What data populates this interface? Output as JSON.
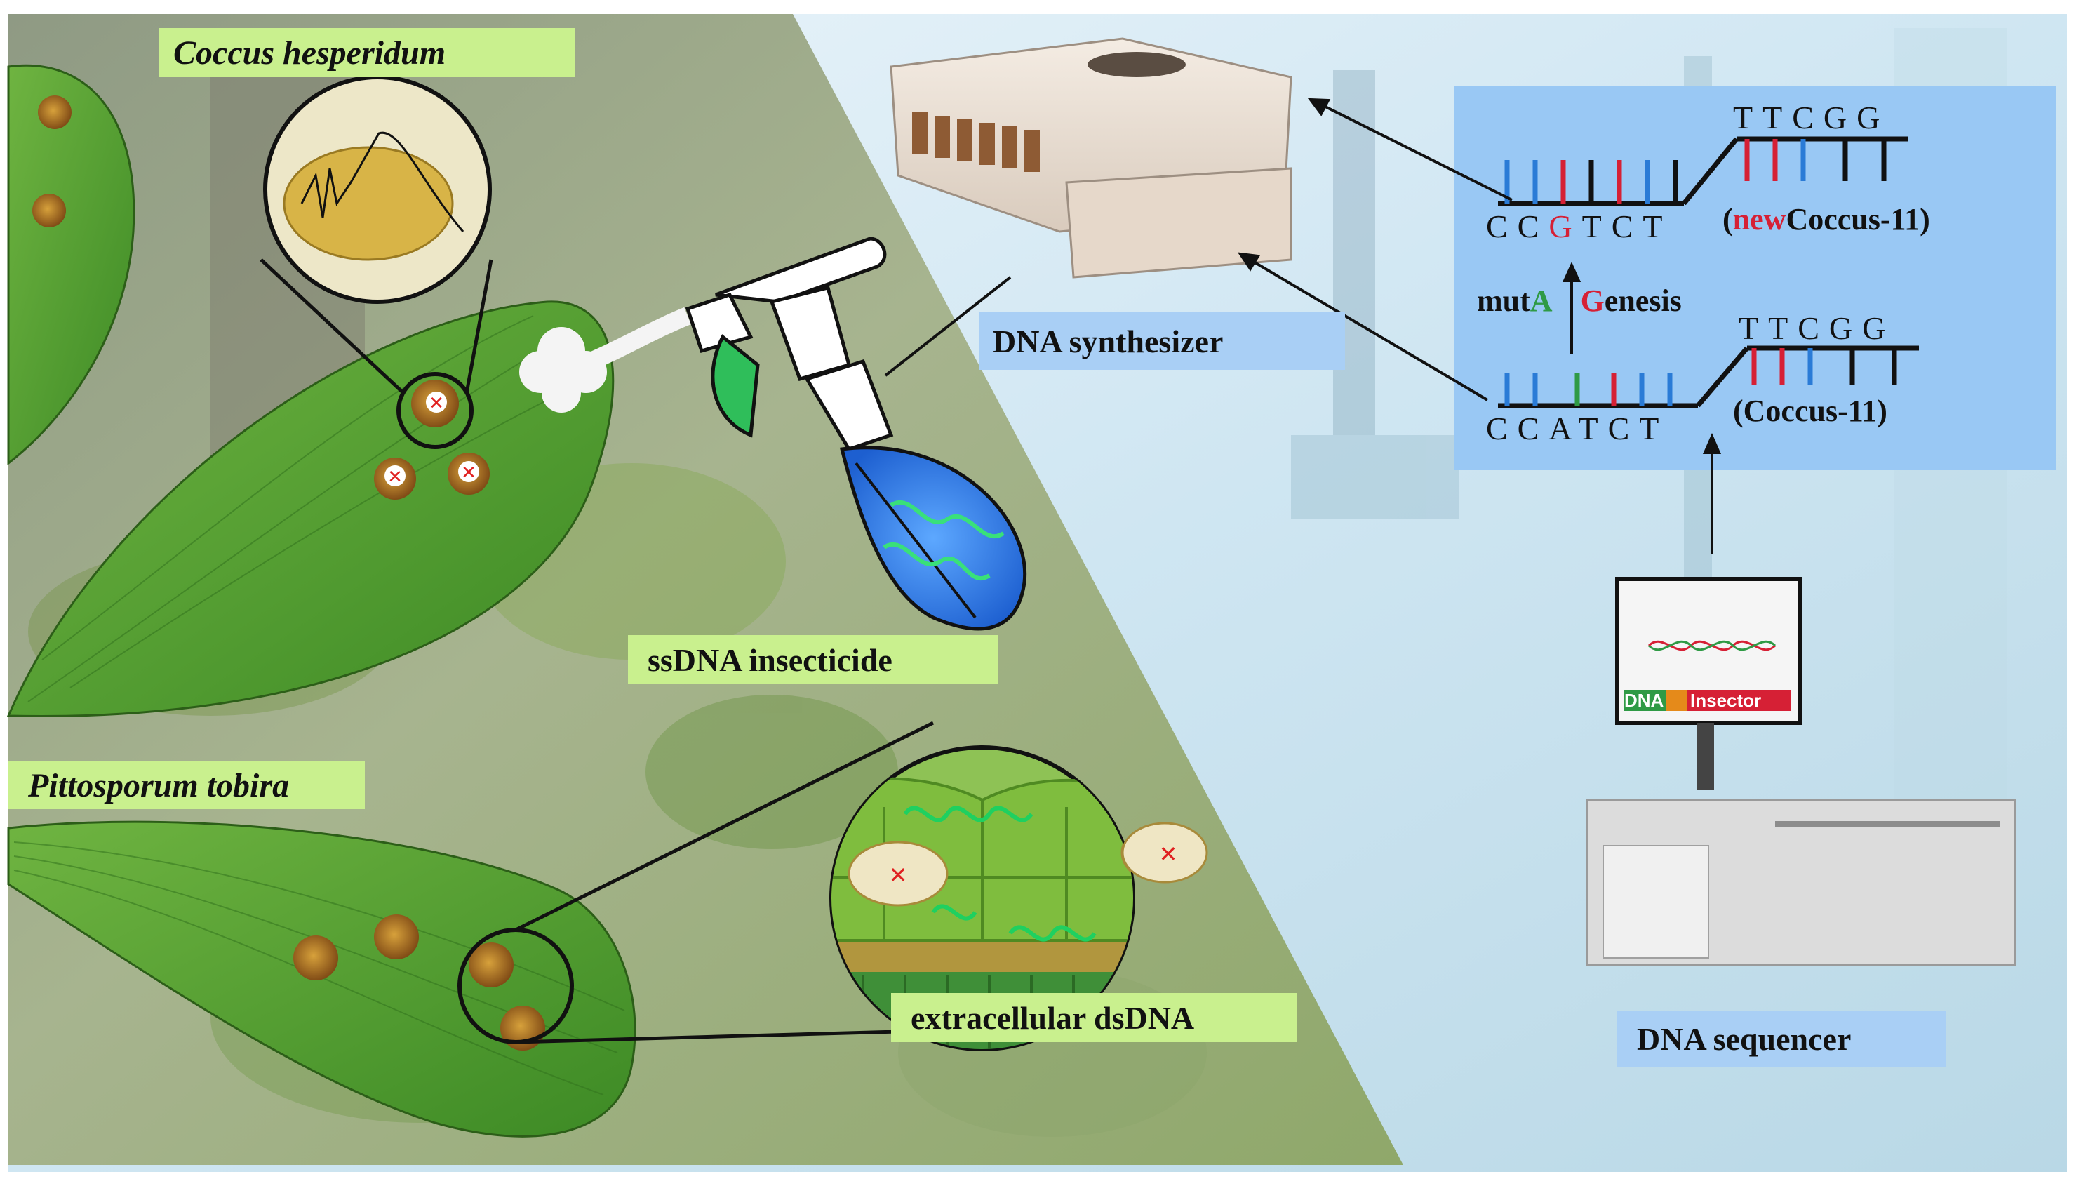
{
  "labels": {
    "coccus": "Coccus hesperidum",
    "pittosporum": "Pittosporum tobira",
    "insecticide": "ssDNA insecticide",
    "extracellular": "extracellular dsDNA",
    "synthesizer": "DNA synthesizer",
    "sequencer": "DNA sequencer"
  },
  "screen": {
    "part1": "DNA",
    "part2": "Insector"
  },
  "mutagenesis": {
    "prefix": "mut",
    "a": "A",
    "g": "G",
    "suffix": "enesis"
  },
  "sequences": {
    "new": {
      "top": "TTCGG",
      "bottom_prefix": "CC",
      "bottom_mut": "G",
      "bottom_suffix": "TCT",
      "label_open": "(",
      "label_new": "new",
      "label_rest": " Coccus-11)"
    },
    "original": {
      "top": "TTCGG",
      "bottom": "CCATCT",
      "label": "(Coccus-11)"
    }
  },
  "colors": {
    "label_green": "#c9f08e",
    "label_blue": "#a9cff5",
    "panel_blue": "#99c8f4",
    "leaf_green": "#4f9a2e",
    "base_blue": "#2a7bd6",
    "base_red": "#d62035",
    "base_green": "#2f9a45",
    "base_black": "#111111"
  }
}
